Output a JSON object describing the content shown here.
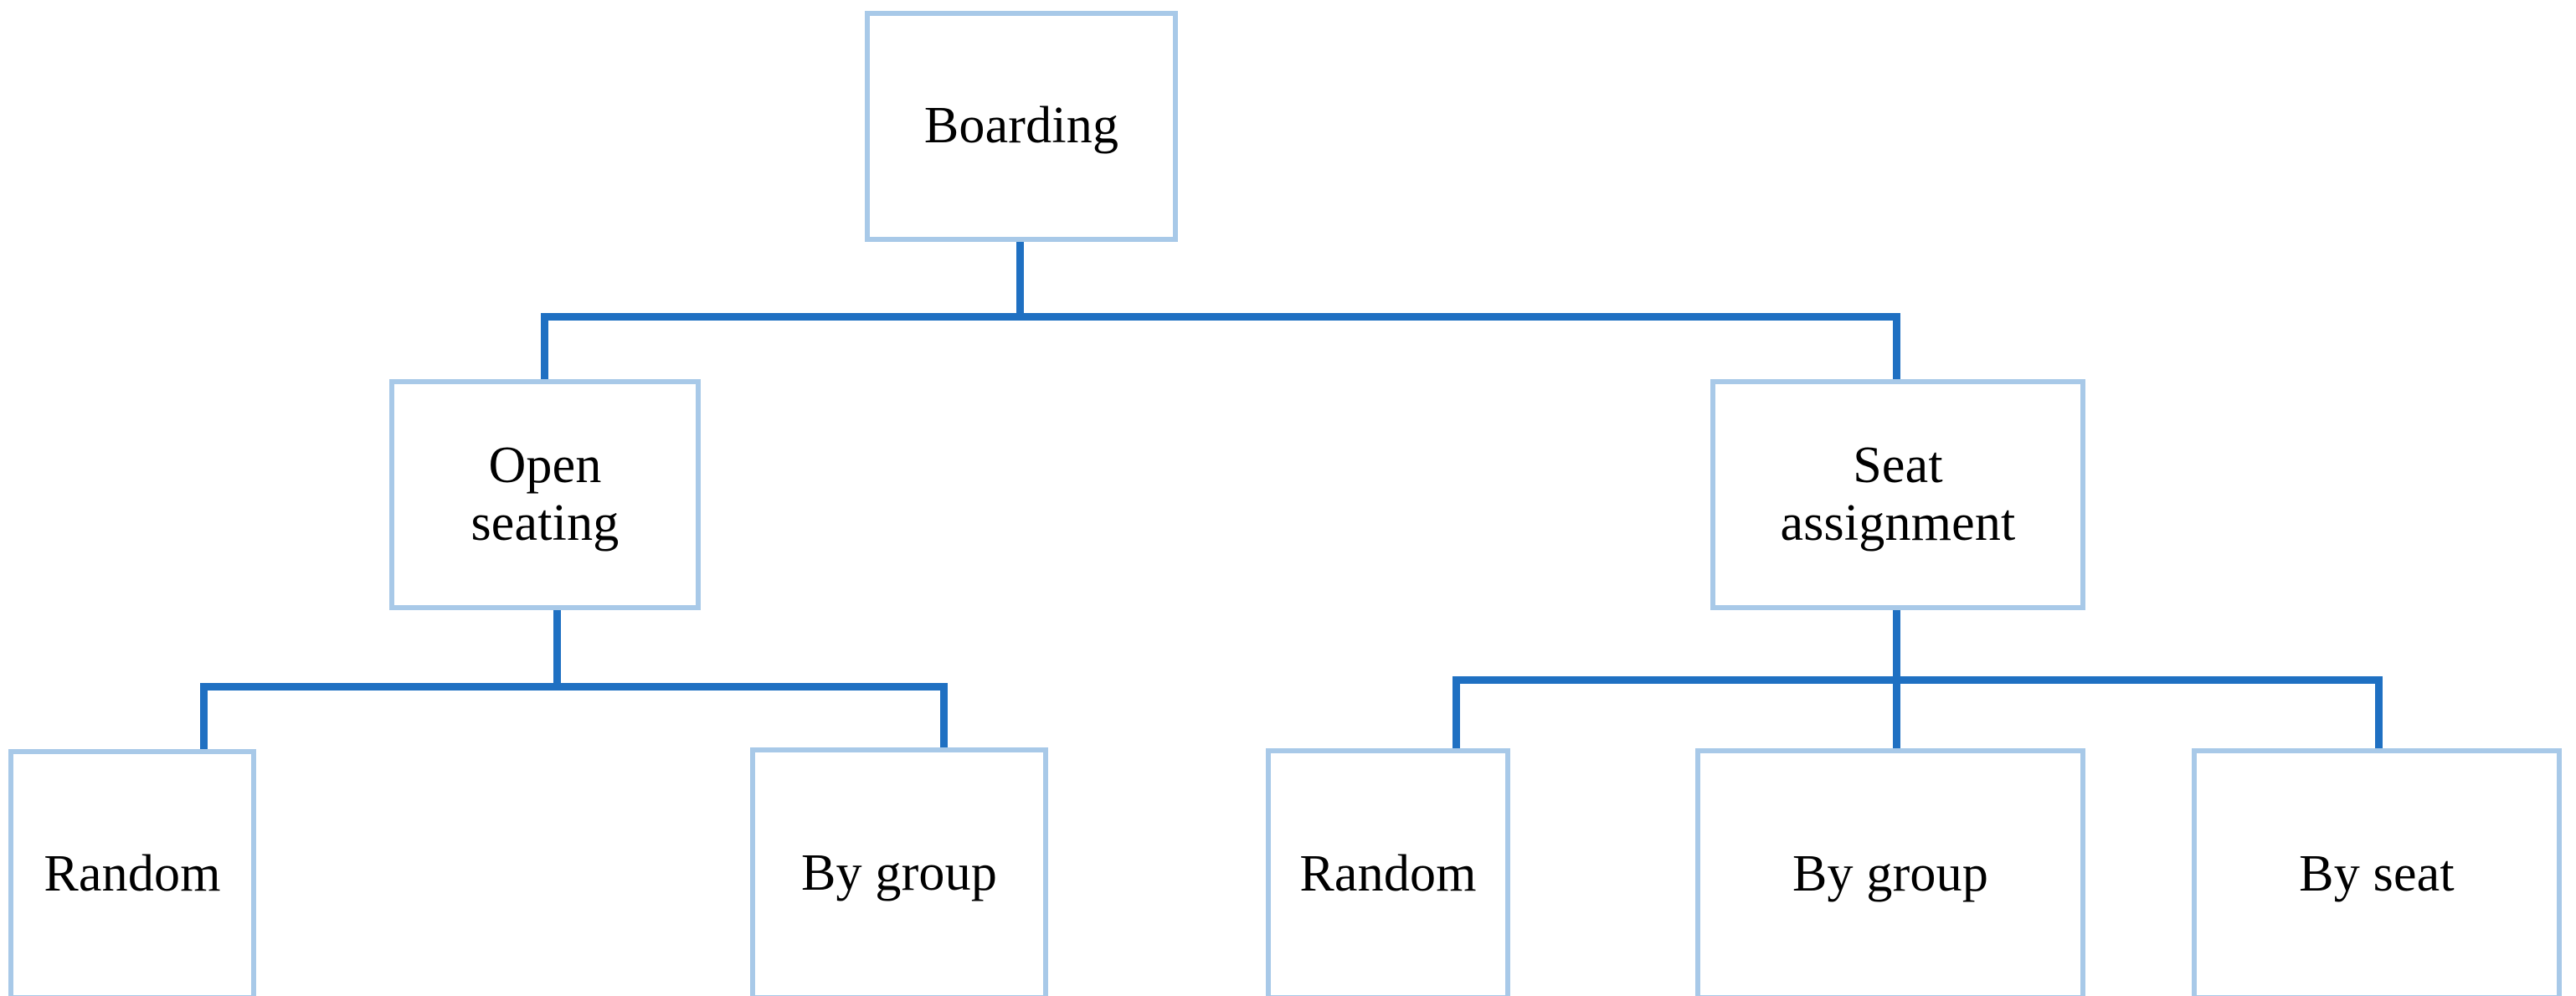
{
  "diagram": {
    "title": "Boarding",
    "type": "hierarchy-tree",
    "colors": {
      "box_border": "#a8c9e8",
      "box_fill": "#ffffff",
      "connector": "#1f70c2",
      "text": "#000000",
      "background": "#ffffff"
    },
    "nodes": {
      "root": {
        "label": "Boarding"
      },
      "level2": [
        {
          "label": "Open\nseating"
        },
        {
          "label": "Seat\nassignment"
        }
      ],
      "level3_open_seating": [
        {
          "label": "Random"
        },
        {
          "label": "By group"
        }
      ],
      "level3_seat_assignment": [
        {
          "label": "Random"
        },
        {
          "label": "By group"
        },
        {
          "label": "By seat"
        }
      ]
    }
  }
}
